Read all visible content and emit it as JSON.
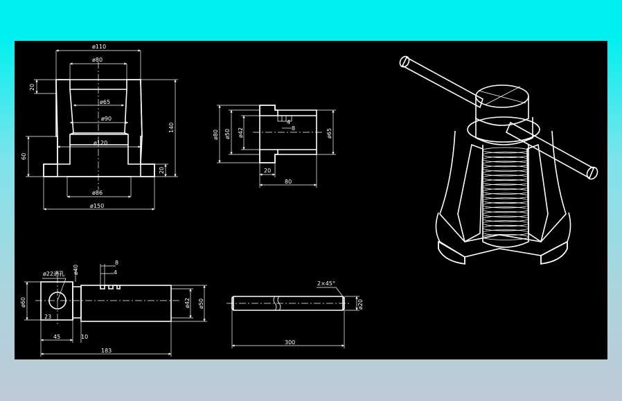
{
  "colors": {
    "background_top": "#00f0f0",
    "canvas": "#000000",
    "lines": "#ffffff"
  },
  "drawing": {
    "base": {
      "d_top_outer": "ø110",
      "d_top_inner": "ø80",
      "d_bore1": "ø65",
      "d_bore2": "ø90",
      "d_bore3": "ø120",
      "d_bottom_inner": "ø86",
      "d_flange": "ø150",
      "h_top": "20",
      "h_lower": "60",
      "h_total": "140",
      "h_flange": "20"
    },
    "nut": {
      "d_outer": "ø80",
      "d_mid": "ø50",
      "d_inner": "ø42",
      "d_right": "ø65",
      "w_flange": "20",
      "length": "80",
      "thread_pitch": "8",
      "thread_depth": "4"
    },
    "screw": {
      "hole": "ø22通孔",
      "d_head_small": "ø40",
      "d_head": "ø60",
      "d_shaft": "ø42",
      "d_shaft_out": "ø50",
      "offset": "23",
      "head_len": "45",
      "neck_len": "10",
      "total_len": "183",
      "pitch": "8",
      "depth": "4"
    },
    "bar": {
      "chamfer": "2×45°",
      "diameter": "ø20",
      "length": "300"
    }
  }
}
